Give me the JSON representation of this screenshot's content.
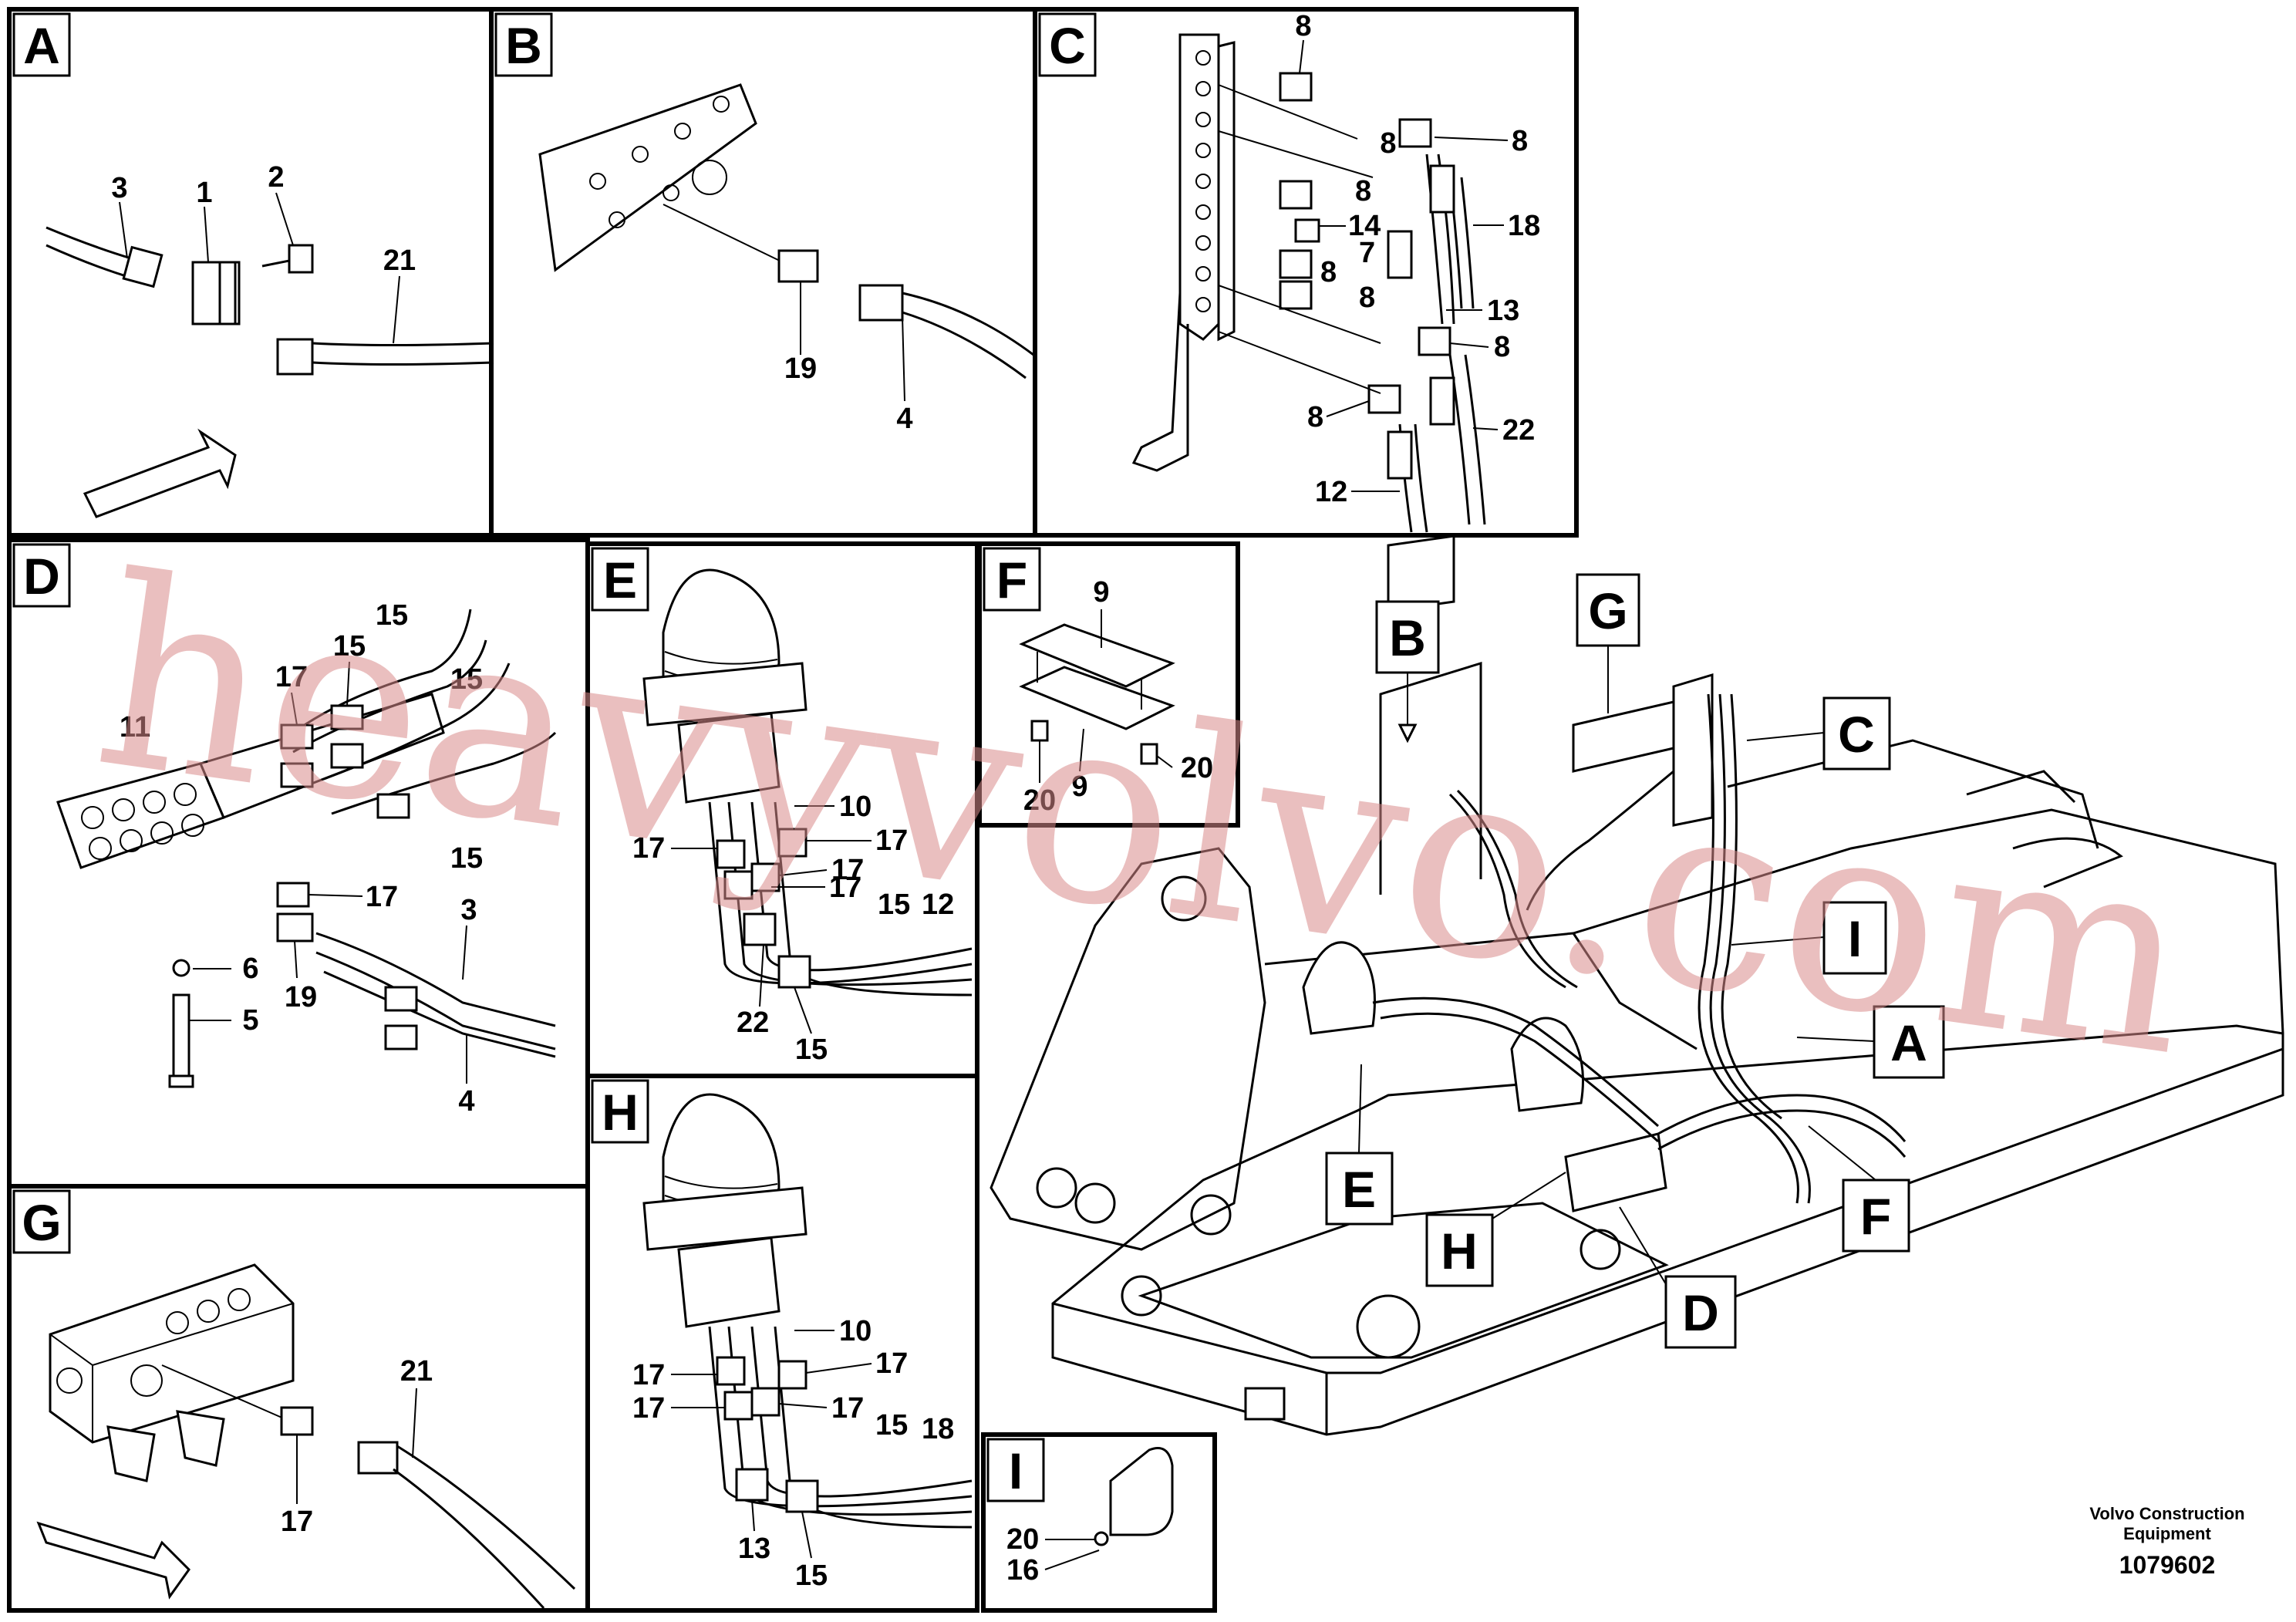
{
  "panels": {
    "A": {
      "letter": "A",
      "labels": [
        "3",
        "1",
        "2",
        "21"
      ]
    },
    "B": {
      "letter": "B",
      "labels": [
        "19",
        "4"
      ]
    },
    "C": {
      "letter": "C",
      "labels": [
        "8",
        "8",
        "8",
        "8",
        "14",
        "7",
        "8",
        "8",
        "18",
        "13",
        "8",
        "8",
        "22",
        "12"
      ]
    },
    "D": {
      "letter": "D",
      "labels": [
        "15",
        "15",
        "15",
        "17",
        "11",
        "17",
        "15",
        "3",
        "19",
        "6",
        "5",
        "4"
      ]
    },
    "E": {
      "letter": "E",
      "labels": [
        "10",
        "17",
        "17",
        "17",
        "17",
        "15",
        "12",
        "22",
        "15"
      ]
    },
    "F": {
      "letter": "F",
      "labels": [
        "9",
        "9",
        "20",
        "20"
      ]
    },
    "G": {
      "letter": "G",
      "labels": [
        "21",
        "17"
      ]
    },
    "H": {
      "letter": "H",
      "labels": [
        "10",
        "17",
        "17",
        "17",
        "17",
        "15",
        "18",
        "13",
        "15"
      ]
    },
    "I": {
      "letter": "I",
      "labels": [
        "20",
        "16"
      ]
    }
  },
  "overview": {
    "callouts": [
      "B",
      "G",
      "C",
      "I",
      "A",
      "E",
      "H",
      "F",
      "D"
    ]
  },
  "footer": {
    "company_line1": "Volvo Construction",
    "company_line2": "Equipment",
    "doc_number": "1079602"
  },
  "watermark": "heavyvolvo.com"
}
